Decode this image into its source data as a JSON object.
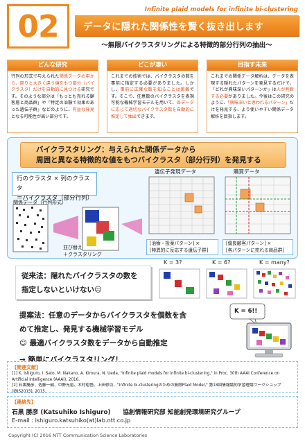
{
  "header": {
    "top_line": "Infinite plaid models for infinite bi-clustering",
    "number": "02",
    "title": "データに隠れた関係性を賢く抜き出します",
    "subtitle": "～無限バイクラスタリングによる特徴的部分行列の抽出～"
  },
  "columns": [
    {
      "heading": "どんな研究",
      "body_parts": [
        {
          "t": "行列の形式で与えられた"
        },
        {
          "t": "関係データの中から、周りと大きく違う値をもつ部分（バイクラスタ）だけを自動的に見つける",
          "em": true
        },
        {
          "t": "研究です。そのような部分は「もっとも売れる顧客層と商品群」や「特定の治験で効果のあった遺伝子群」などのように、"
        },
        {
          "t": "有益な発見",
          "em": true
        },
        {
          "t": "となる可能性が高い部分です。"
        }
      ]
    },
    {
      "heading": "どこが凄い",
      "body_parts": [
        {
          "t": "これまでの技術では、バイクラスタの数を事前に指定する必要がありました。しかし、"
        },
        {
          "t": "事前に正確な数を知ることは困難",
          "em": true
        },
        {
          "t": "です。そこで、任意数のバイクラスタを表現可能な機械学習モデルを用いて、"
        },
        {
          "t": "各データに応じて適切なバイクラスタ数を自動的に推定して抽出",
          "em": true
        },
        {
          "t": "できます。"
        }
      ]
    },
    {
      "heading": "目指す未来",
      "body_parts": [
        {
          "t": "これまでの関係データ解析は、データを表現する隠れたパターンを発見するだけで、「どれが興味深いパターンか」は"
        },
        {
          "t": "人が判断する必要",
          "em": true
        },
        {
          "t": "がありました。今後はこの研究のように、"
        },
        {
          "t": "「興味深いと思われるパターン」",
          "em": true
        },
        {
          "t": "だけを発見する、より使いやすい関係データ解析を目指します。"
        }
      ]
    }
  ],
  "middle": {
    "bicl_line1": "バイクラスタリング：与えられた関係データから",
    "bicl_line2": "周囲と異なる特徴的な値をもつバイクラスタ（部分行列）を発見する",
    "formula_line1": "行のクラスタ × 列のクラスタ",
    "formula_line2": "＝バイクラスタ（部分行列）",
    "matrix_label": "関係データ（行列形式）",
    "sort_line1": "並び替え",
    "sort_line2": "＋クラスタリング",
    "gene_title": "遺伝子発現データ",
    "buy_title": "購買データ",
    "gene_legend_1": "[治療・投薬パターン] ×",
    "gene_legend_2": "[特異的に反応する遺伝子群]",
    "buy_legend_1": "[優良顧客パターン] ×",
    "buy_legend_2": "[各パターンに売れる商品群]"
  },
  "conventional": {
    "line1": "従来法：隠れたバイクラスタの数を",
    "line2": "指定しないといけない☹",
    "k_labels": [
      "K = 3?",
      "K = 6?",
      "K = many?"
    ]
  },
  "proposed": {
    "line1": "提案法：任意のデータからバイクラスタを個数を含",
    "line2": "めて推定し、発見する機械学習モデル",
    "line3": "☺ 最適バイクラスタ数をデータから自動推定",
    "line4": "→ 簡単にバイクラスタリング！",
    "pc_label": "K = 6!!"
  },
  "references": {
    "heading": "【関連文献】",
    "items": [
      "[1] K. Ishiguro, I. Sato, M. Nakano, A. Kimura, N. Ueda, \"Infinite plaid models for infinite bi-clustering,\" in Proc. 30th AAAI Conference on Artificial Intelligence (AAAI), 2016.",
      "[2] 石黒勝彦、佐藤一誠、中野允裕、木村昭悟、上田修功、\"Infinite bi-clusteringのための無限Plaid Model,\" 第18回情報論的学習理論ワークショップ (IBIS2015), 2015."
    ]
  },
  "contact": {
    "heading": "【連絡先】",
    "name": "石黒 勝彦 (Katsuhiko Ishiguro)　　協創情報研究部 知能創発環境研究グループ",
    "email": "E-mail : ishiguro.katsuhiko(at)lab.ntt.co.jp"
  },
  "footer": {
    "copyright": "Copyright (C) 2016 NTT Communication Science Laboratories"
  },
  "colors": {
    "accent": "#ef8a1e",
    "emphasis": "#e54e18",
    "panel_border": "#7fbde8",
    "panel_bg": "#eef7fd"
  }
}
